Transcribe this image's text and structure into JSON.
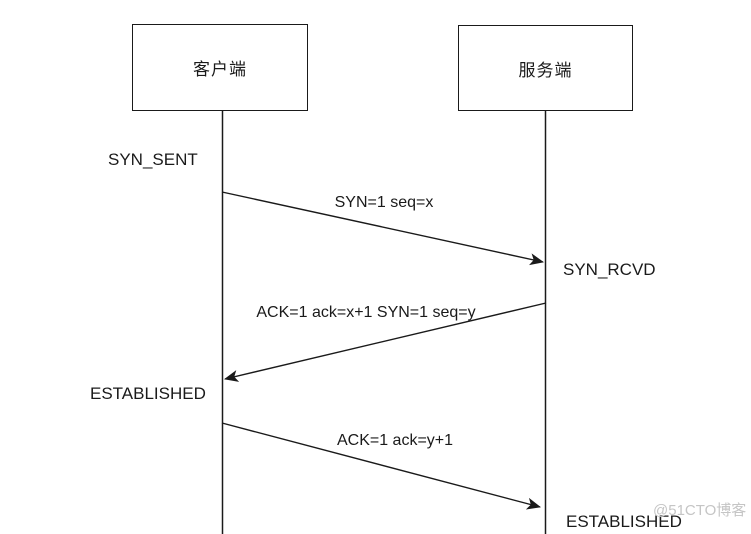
{
  "diagram": {
    "title_semantic": "TCP three-way handshake sequence diagram",
    "participants": {
      "client": "客户端",
      "server": "服务端"
    },
    "states": {
      "syn_sent": "SYN_SENT",
      "syn_rcvd": "SYN_RCVD",
      "established_client": "ESTABLISHED",
      "established_server": "ESTABLISHED"
    },
    "messages": {
      "syn": "SYN=1  seq=x",
      "syn_ack": "ACK=1  ack=x+1  SYN=1 seq=y",
      "ack": "ACK=1  ack=y+1"
    },
    "watermark": "@51CTO博客",
    "colors": {
      "line": "#1a1a1a",
      "background": "#ffffff",
      "watermark": "#c5c5c5"
    }
  }
}
